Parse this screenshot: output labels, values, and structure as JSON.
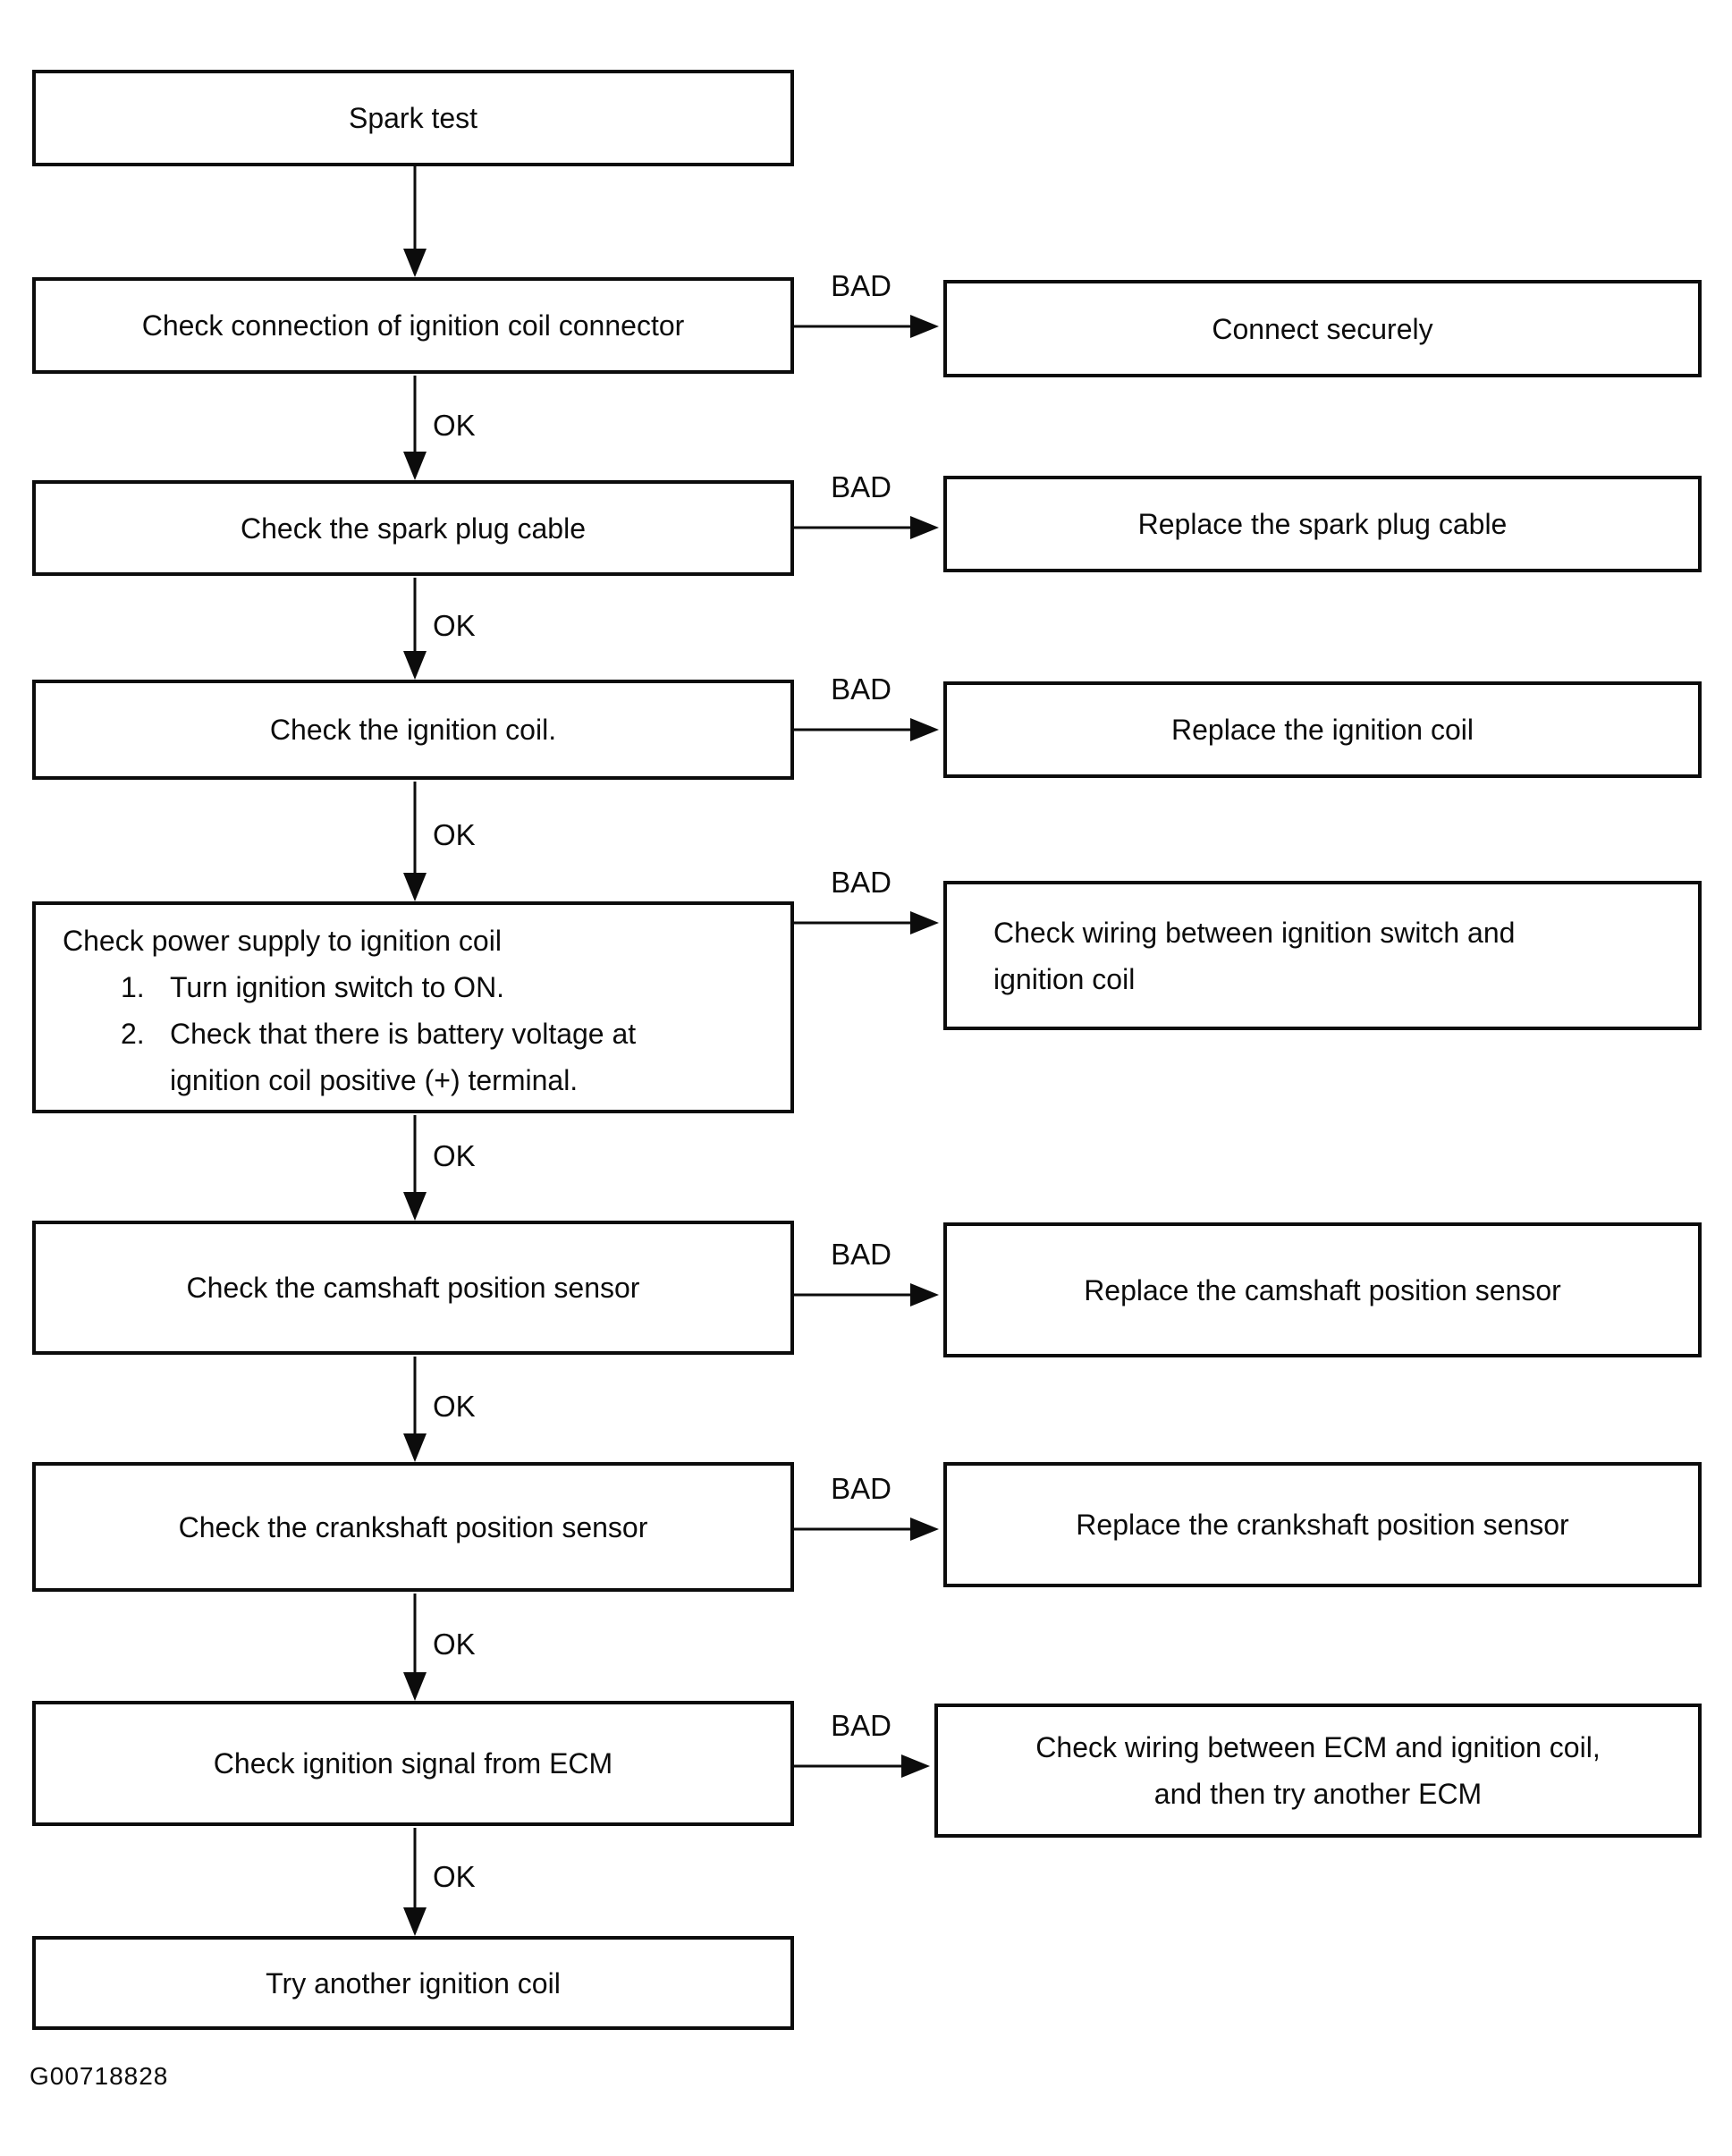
{
  "diagram": {
    "figure_code": "G00718828",
    "connector_labels": {
      "ok": "OK",
      "bad": "BAD"
    },
    "start": {
      "text": "Spark test"
    },
    "steps": [
      {
        "check": {
          "lines": [
            "Check connection of ignition coil connector"
          ]
        },
        "remedy": {
          "lines": [
            "Connect securely"
          ]
        }
      },
      {
        "check": {
          "lines": [
            "Check the spark plug cable"
          ]
        },
        "remedy": {
          "lines": [
            "Replace the spark plug cable"
          ]
        }
      },
      {
        "check": {
          "lines": [
            "Check the ignition coil."
          ]
        },
        "remedy": {
          "lines": [
            "Replace the ignition coil"
          ]
        }
      },
      {
        "check": {
          "title": "Check power supply to ignition coil",
          "items": [
            {
              "num": "1.",
              "lines": [
                "Turn ignition switch to ON."
              ]
            },
            {
              "num": "2.",
              "lines": [
                "Check that there is battery voltage at",
                "ignition coil positive (+) terminal."
              ]
            }
          ]
        },
        "remedy": {
          "lines": [
            "Check wiring between ignition switch and",
            "ignition coil"
          ]
        }
      },
      {
        "check": {
          "lines": [
            "Check the camshaft position sensor"
          ]
        },
        "remedy": {
          "lines": [
            "Replace the camshaft position sensor"
          ]
        }
      },
      {
        "check": {
          "lines": [
            "Check the crankshaft position sensor"
          ]
        },
        "remedy": {
          "lines": [
            "Replace the crankshaft position sensor"
          ]
        }
      },
      {
        "check": {
          "lines": [
            "Check ignition signal from ECM"
          ]
        },
        "remedy": {
          "lines": [
            "Check wiring between ECM and ignition coil,",
            "and then try another ECM"
          ]
        }
      },
      {
        "check": {
          "lines": [
            "Try another ignition coil"
          ]
        }
      }
    ]
  }
}
